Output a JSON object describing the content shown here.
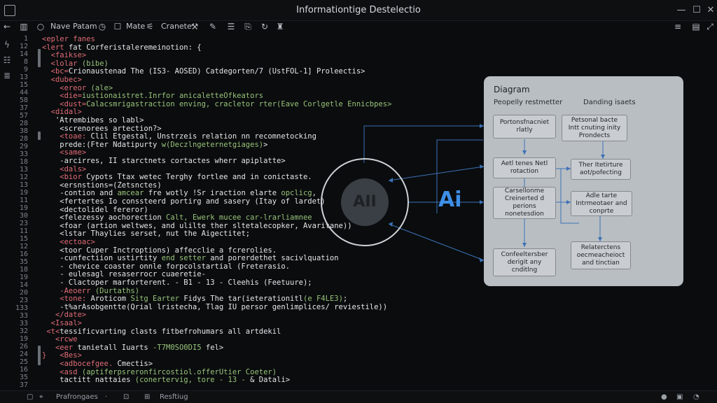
{
  "window": {
    "title": "Informationtige Destelectio"
  },
  "toolbar": {
    "items": [
      {
        "label": "Nave"
      },
      {
        "label": "Patam"
      },
      {
        "label": "Mate"
      },
      {
        "label": "Cranete"
      }
    ]
  },
  "editor": {
    "line_numbers": [
      "1",
      "12",
      "14",
      "8",
      "9",
      "13",
      "15",
      "44",
      "58",
      "37",
      "57",
      "28",
      "38",
      "28",
      "29",
      "33",
      "18",
      "13",
      "12",
      "13",
      "19",
      "11",
      "19",
      "30",
      "23",
      "11",
      "15",
      "12",
      "16",
      "35",
      "18",
      "19",
      "14",
      "20",
      "23",
      "133",
      "33",
      "33",
      "32",
      "19",
      "26",
      "24",
      "25",
      "16",
      "35",
      "37"
    ],
    "lines": [
      [
        {
          "c": "t-tag",
          "t": "<epler fanes"
        }
      ],
      [
        {
          "c": "t-tag",
          "t": "<lert "
        },
        {
          "c": "t-white",
          "t": "fat Corferistaleremeinotion: {"
        }
      ],
      [
        {
          "c": "t-tag",
          "t": "  <faikse>"
        }
      ],
      [
        {
          "c": "t-tag",
          "t": "  <lolar "
        },
        {
          "c": "t-green",
          "t": "(bibe)"
        }
      ],
      [
        {
          "c": "t-tag",
          "t": "  <bc="
        },
        {
          "c": "t-white",
          "t": "Crionaustenad The (IS3- AOSED) Catdegorten/7 (UstFOL-1] Proleectis>"
        }
      ],
      [
        {
          "c": "t-tag",
          "t": "  <dubec>"
        }
      ],
      [
        {
          "c": "t-tag",
          "t": "    <ereor "
        },
        {
          "c": "t-green",
          "t": "(ale>"
        }
      ],
      [
        {
          "c": "t-tag",
          "t": "    <die="
        },
        {
          "c": "t-green",
          "t": "iustionaistret.Inrfor anicaletteOfkeators"
        }
      ],
      [
        {
          "c": "t-tag",
          "t": "    <dust="
        },
        {
          "c": "t-green",
          "t": "Calacsmrigastraction enving, cracletor rter(Eave Corlgetle Ennicbpes>"
        }
      ],
      [
        {
          "c": "t-tag",
          "t": "  <didal>"
        }
      ],
      [
        {
          "c": "t-white",
          "t": "   'Atrembibes so labl>"
        }
      ],
      [
        {
          "c": "t-white",
          "t": "    <screnorees artection?>"
        }
      ],
      [
        {
          "c": "t-tag",
          "t": "    <toae: "
        },
        {
          "c": "t-white",
          "t": "Clil Etgestal, Unstrzeis relation nn recomnetocking"
        }
      ],
      [
        {
          "c": "t-white",
          "t": "    prede:"
        },
        {
          "c": "t-white",
          "t": "(Fter Ndatipurty "
        },
        {
          "c": "t-green",
          "t": "w(Deczlngeternetgiages)"
        },
        {
          "c": "t-white",
          "t": ">"
        }
      ],
      [
        {
          "c": "t-tag",
          "t": "    <same>"
        }
      ],
      [
        {
          "c": "t-white",
          "t": "    -arcirres, II starctnets cortactes wherr apiplatte>"
        }
      ],
      [
        {
          "c": "t-tag",
          "t": "    <dals>"
        }
      ],
      [
        {
          "c": "t-tag",
          "t": "    <bior "
        },
        {
          "c": "t-white",
          "t": "Cypots Ttax wetec Terghy fortlee and in conictaste."
        }
      ],
      [
        {
          "c": "t-white",
          "t": "    <ersnstions=(Zetsnctes)"
        }
      ],
      [
        {
          "c": "t-white",
          "t": "    -contion and "
        },
        {
          "c": "t-green",
          "t": "amcear"
        },
        {
          "c": "t-white",
          "t": " fre wotly !Sr iraction elarte "
        },
        {
          "c": "t-green",
          "t": "opclicg"
        },
        {
          "c": "t-white",
          "t": ","
        }
      ],
      [
        {
          "c": "t-white",
          "t": "    <fertertes Io conssteerd portirg and sasery (Itay of lardet)"
        }
      ],
      [
        {
          "c": "t-white",
          "t": "    <dectolidel fereror)"
        }
      ],
      [
        {
          "c": "t-white",
          "t": "    <felezessy aochorection "
        },
        {
          "c": "t-green",
          "t": "Calt, Ewerk mucee car-lrarliamnee"
        }
      ],
      [
        {
          "c": "t-white",
          "t": "    <foar "
        },
        {
          "c": "t-white",
          "t": "(artion weltwes, and ulilte ther sltetalecopker, Avaritane))"
        }
      ],
      [
        {
          "c": "t-white",
          "t": "    <lstar Thaylies serset, nut the Aigectitet;"
        }
      ],
      [
        {
          "c": "t-tag",
          "t": "    <ectoac>"
        }
      ],
      [
        {
          "c": "t-white",
          "t": "    <toor Cuper Inctroptions) affecclie a fcrerolies."
        }
      ],
      [
        {
          "c": "t-white",
          "t": "    -cunfectiion ustirtity "
        },
        {
          "c": "t-green",
          "t": "end setter"
        },
        {
          "c": "t-white",
          "t": " and porerdethet sacivlquation"
        }
      ],
      [
        {
          "c": "t-white",
          "t": "    - chevice coaster onnle forpcolstartial (Freterasio."
        }
      ],
      [
        {
          "c": "t-white",
          "t": "    - eulesagl resaserrocr cuaeretie-"
        }
      ],
      [
        {
          "c": "t-white",
          "t": "    - Clactoper marforterent. - B1 - 13 - Cleehis (Feetuure);"
        }
      ],
      [
        {
          "c": "t-tag",
          "t": "    -Aeoerr "
        },
        {
          "c": "t-green",
          "t": "(Durtaths)"
        }
      ],
      [
        {
          "c": "t-tag",
          "t": "    <tone: "
        },
        {
          "c": "t-white",
          "t": "Aroticom "
        },
        {
          "c": "t-green",
          "t": "Sitg Earter"
        },
        {
          "c": "t-white",
          "t": " Fidys The tar(ieterationitl"
        },
        {
          "c": "t-green",
          "t": "(e F4LE3)"
        },
        {
          "c": "t-white",
          "t": ";"
        }
      ],
      [
        {
          "c": "t-white",
          "t": "    -t%arAsobgentte(Qrial lristecha, Tlag IU persor genlimplices/ reviestile))"
        }
      ],
      [
        {
          "c": "t-tag",
          "t": "   </date>"
        }
      ],
      [
        {
          "c": "t-tag",
          "t": "  <Isaal>"
        }
      ],
      [
        {
          "c": "t-tag",
          "t": " <t<"
        },
        {
          "c": "t-white",
          "t": "tessificvarting clasts fitbefrohumars all artdekil"
        }
      ],
      [
        {
          "c": "t-tag",
          "t": "   <rcwe"
        }
      ],
      [
        {
          "c": "t-tag",
          "t": "   <eer "
        },
        {
          "c": "t-white",
          "t": "tanietall Iuarts "
        },
        {
          "c": "t-green",
          "t": "-T7M0SO0DI5"
        },
        {
          "c": "t-white",
          "t": " fel>"
        }
      ],
      [
        {
          "c": "t-tag",
          "t": "}   <Bes>"
        }
      ],
      [
        {
          "c": "t-tag",
          "t": "    <adbocefgee. "
        },
        {
          "c": "t-white",
          "t": "Cmectis>"
        }
      ],
      [
        {
          "c": "t-tag",
          "t": "    <asd "
        },
        {
          "c": "t-green",
          "t": "(aptiferpsreronfircostiol.offerUtier Coeter)"
        }
      ],
      [
        {
          "c": "t-white",
          "t": "    tactitt nattaies "
        },
        {
          "c": "t-green",
          "t": "(conertervig, tore - 13 -"
        },
        {
          "c": "t-white",
          "t": " & Datali>"
        }
      ]
    ]
  },
  "ai_graphic": {
    "inner_label": "AII",
    "logo": "Ai"
  },
  "diagram": {
    "title": "Diagram",
    "col_left": "Peopelly restmetter",
    "col_right": "Danding isaets",
    "nodes": [
      {
        "id": "n1",
        "text": "Portonsfnacniet rlatly"
      },
      {
        "id": "n2",
        "text": "Petsonal bacte Intt cnuting inity Prondects"
      },
      {
        "id": "n3",
        "text": "Aetl tenes Netl rotaction"
      },
      {
        "id": "n4",
        "text": "Ther Itetirture aot/pofecting"
      },
      {
        "id": "n5",
        "text": "Carsellonme Creinerted d perions nonetesdion"
      },
      {
        "id": "n6",
        "text": "Adle tarte Intrmeotaer and conprte"
      },
      {
        "id": "n7",
        "text": "Confeeltersber derigit any cnditlng"
      },
      {
        "id": "n8",
        "text": "Relaterctens oecmeacheioct and tinctian"
      }
    ]
  },
  "statusbar": {
    "items": [
      {
        "label": "Prafrongaes"
      },
      {
        "label": "Resftiug"
      }
    ]
  },
  "colors": {
    "accent": "#3d8ee6",
    "tag": "#e06c75",
    "string": "#98c379",
    "diagram_bg": "#b9bec3"
  }
}
